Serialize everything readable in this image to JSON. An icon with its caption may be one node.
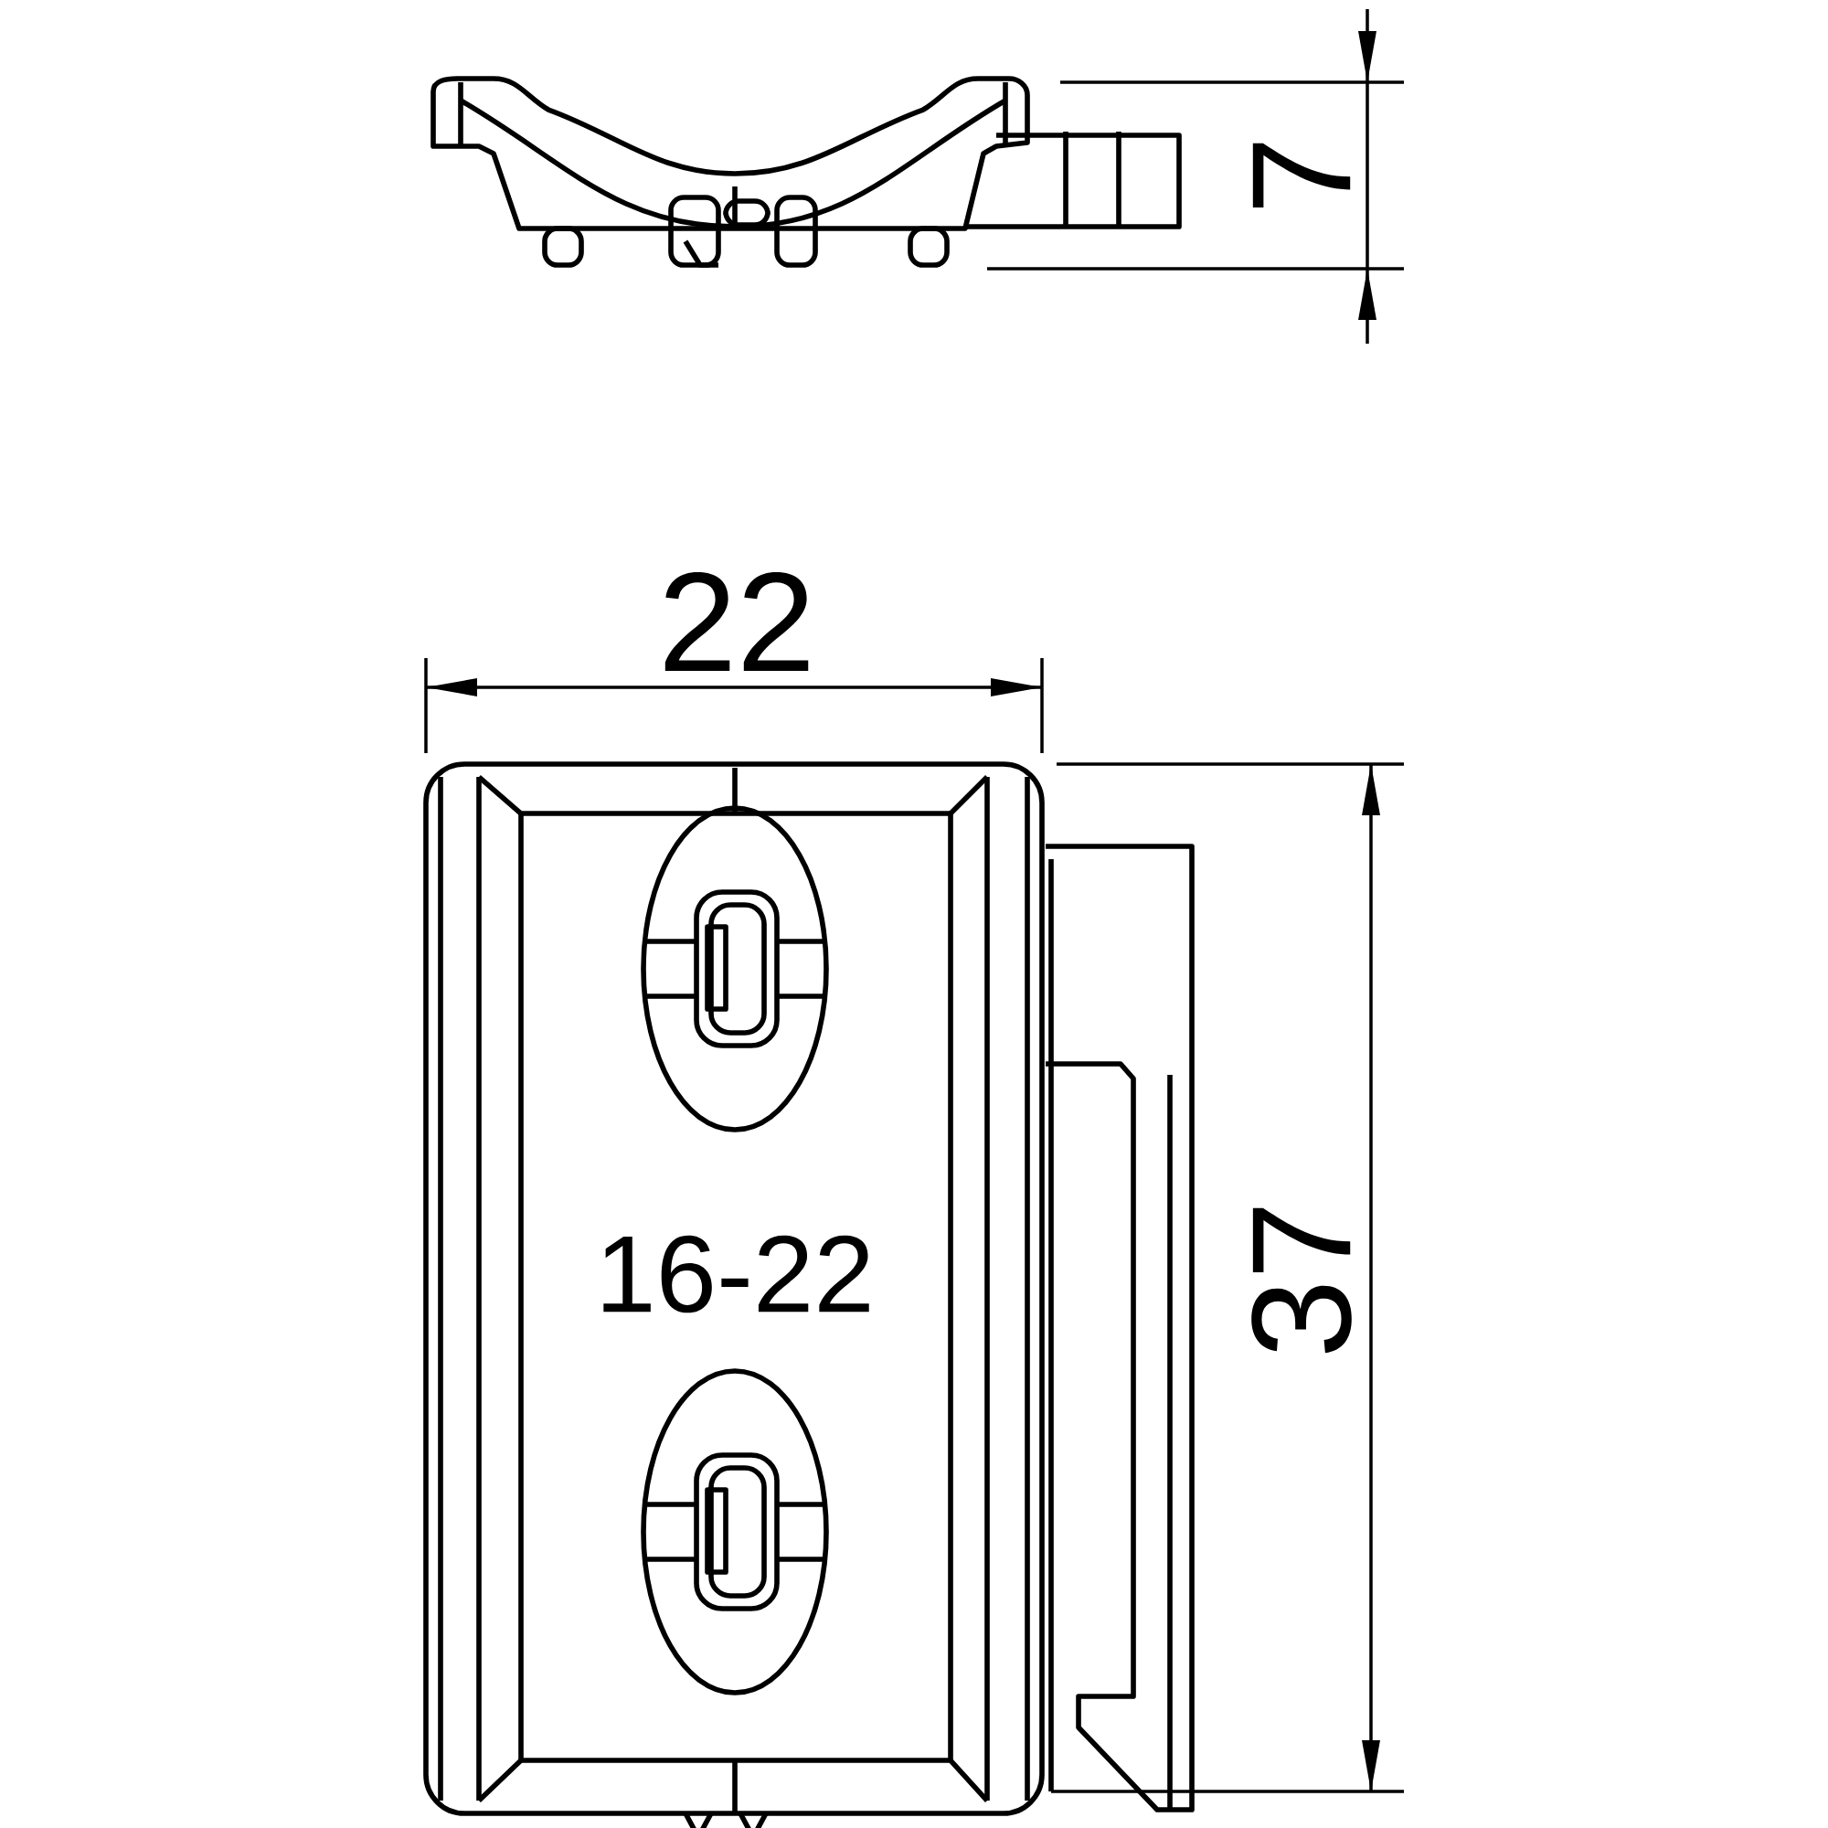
{
  "diagram": {
    "labels": [
      "7",
      "22",
      "16-22",
      "37"
    ]
  }
}
